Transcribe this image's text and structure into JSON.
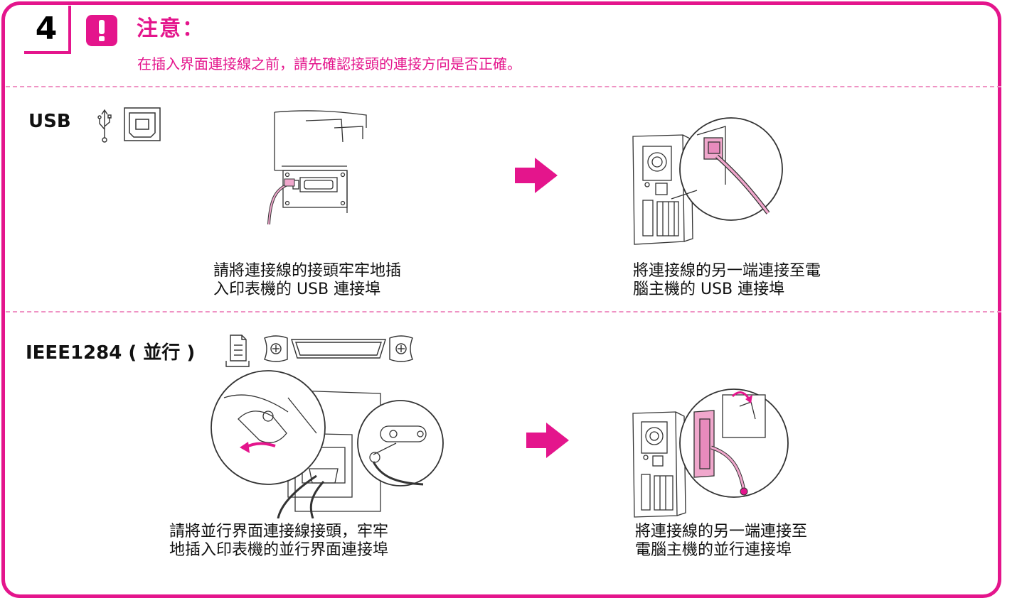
{
  "step": {
    "number": "4"
  },
  "caution": {
    "title": "注意：",
    "text": "在插入界面連接線之前，請先確認接頭的連接方向是否正確。"
  },
  "usb_section": {
    "label": "USB",
    "caption_printer": [
      "請將連接線的接頭牢牢地插",
      "入印表機的 USB 連接埠"
    ],
    "caption_computer": [
      "將連接線的另一端連接至電",
      "腦主機的 USB 連接埠"
    ]
  },
  "parallel_section": {
    "label": "IEEE1284 ( 並行 )",
    "caption_printer": [
      "請將並行界面連接線接頭，牢牢",
      "地插入印表機的並行界面連接埠"
    ],
    "caption_computer": [
      "將連接線的另一端連接至",
      "電腦主機的並行連接埠"
    ]
  },
  "colors": {
    "accent": "#e4158c",
    "divider": "#ef93c4"
  },
  "icons": [
    "caution-icon",
    "usb-symbol-icon",
    "usb-port-icon",
    "document-icon",
    "parallel-port-icon",
    "right-arrow-icon"
  ]
}
